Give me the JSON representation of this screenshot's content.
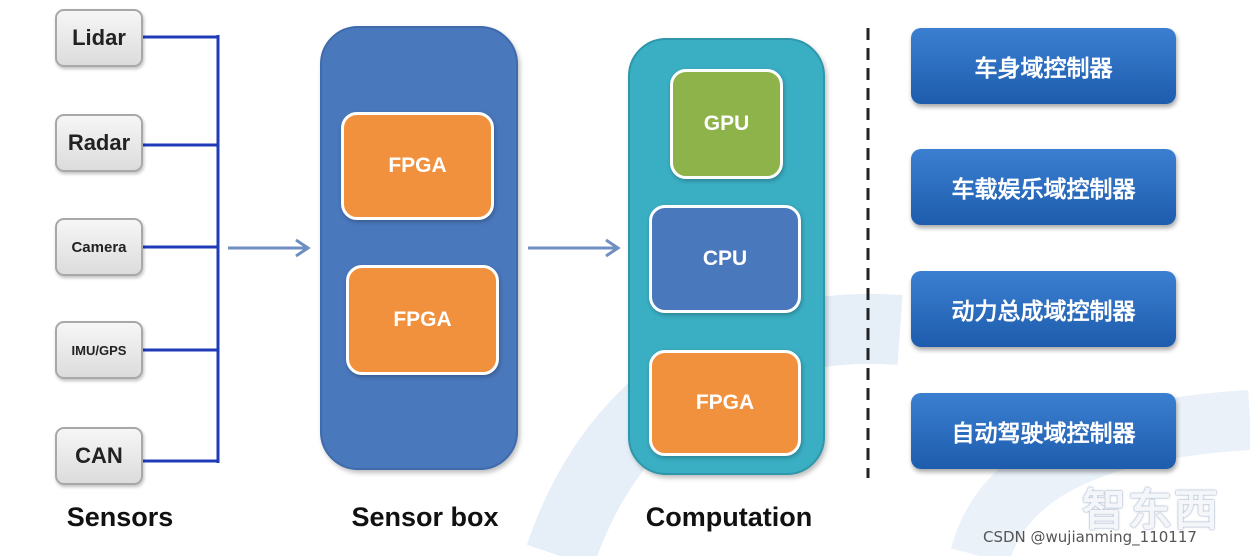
{
  "sensors": [
    {
      "label": "Lidar"
    },
    {
      "label": "Radar"
    },
    {
      "label": "Camera"
    },
    {
      "label": "IMU/GPS"
    },
    {
      "label": "CAN"
    }
  ],
  "sensor_box": {
    "chips": [
      {
        "label": "FPGA"
      },
      {
        "label": "FPGA"
      }
    ]
  },
  "computation": {
    "chips": [
      {
        "label": "GPU"
      },
      {
        "label": "CPU"
      },
      {
        "label": "FPGA"
      }
    ]
  },
  "domains": [
    {
      "label": "车身域控制器"
    },
    {
      "label": "车载娱乐域控制器"
    },
    {
      "label": "动力总成域控制器"
    },
    {
      "label": "自动驾驶域控制器"
    }
  ],
  "column_labels": {
    "sensors": "Sensors",
    "sensor_box": "Sensor box",
    "computation": "Computation"
  },
  "watermark": {
    "logo": "智东西",
    "credit": "CSDN @wujianming_110117"
  },
  "colors": {
    "sensor_box_bg": "#4a78bd",
    "computation_bg": "#3aaec3",
    "fpga": "#f2913d",
    "gpu": "#8db34a",
    "cpu": "#4a78bd",
    "domain_button": "#2a6cc0",
    "connector": "#1f3bb8",
    "arrow": "#6f8fc2"
  }
}
